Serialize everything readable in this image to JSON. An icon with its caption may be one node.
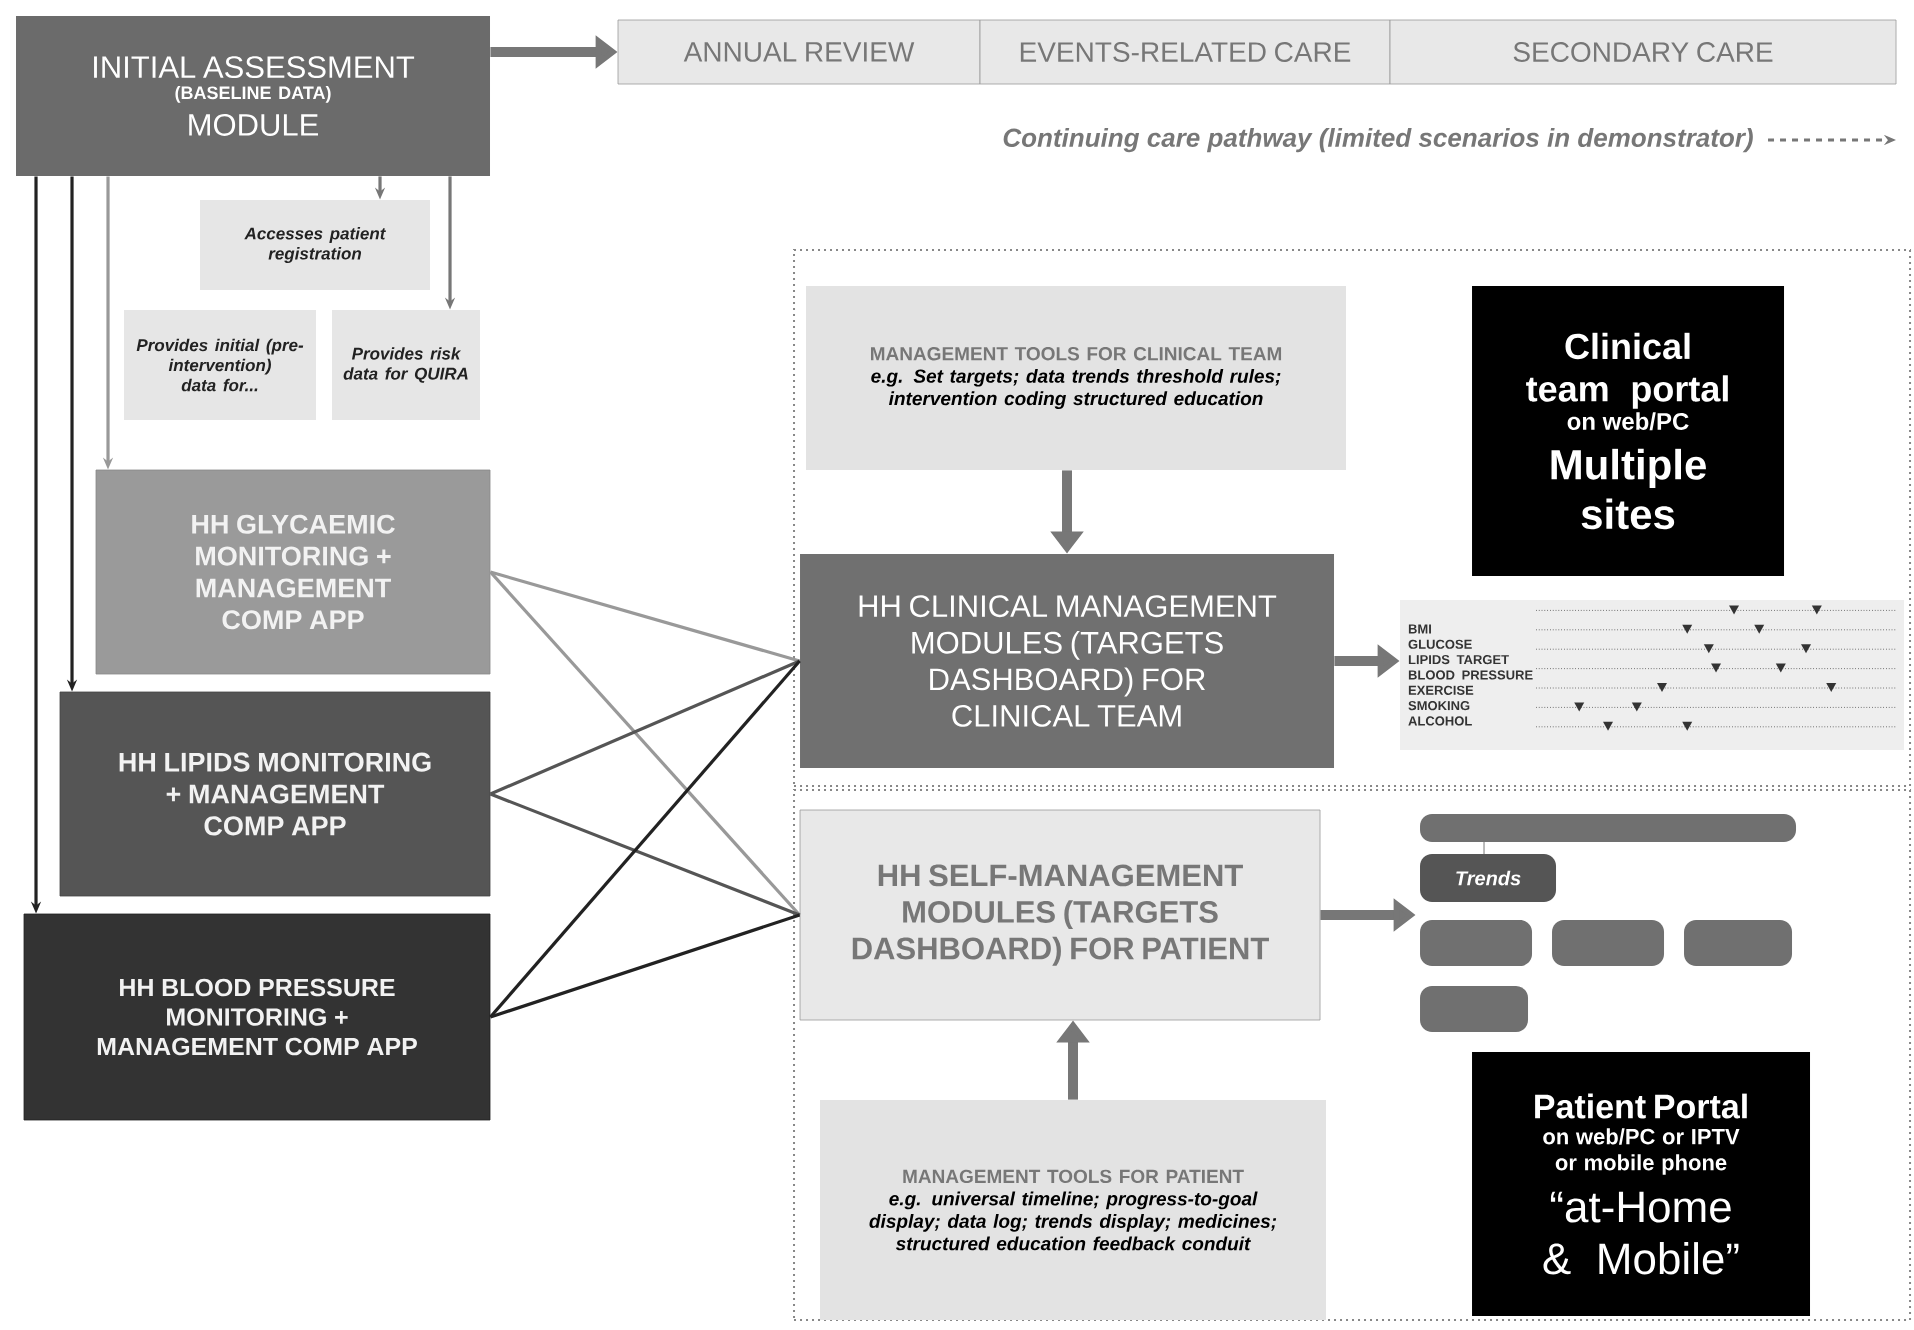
{
  "diagram": {
    "nodes": [
      {
        "text": [
          "INITIAL ASSESSMENT",
          "(BASELINE DATA)",
          "MODULE"
        ]
      },
      {
        "text": [
          "ANNUAL REVIEW"
        ]
      },
      {
        "text": [
          "EVENTS-RELATED CARE"
        ]
      },
      {
        "text": [
          "SECONDARY CARE"
        ]
      },
      {
        "text": [
          "Accesses patient registration"
        ]
      },
      {
        "text": [
          "Provides initial (pre-intervention) data for..."
        ]
      },
      {
        "text": [
          "Provides risk data for QUIRA"
        ]
      },
      {
        "text": [
          "HH GLYCAEMIC MONITORING + MANAGEMENT COMP APP"
        ]
      },
      {
        "text": [
          "HH LIPIDS MONITORING + MANAGEMENT COMP APP"
        ]
      },
      {
        "text": [
          "HH BLOOD PRESSURE MONITORING + MANAGEMENT COMP APP"
        ]
      },
      {
        "text": [],
        "shape": "box"
      },
      {
        "text": [
          "MANAGEMENT TOOLS FOR CLINICAL TEAM",
          "e.g. Set targets; data trends threshold rules; intervention coding structured education"
        ],
        "in": 10
      },
      {
        "text": [
          "Clinical team portal",
          "on web/PC",
          "Multiple sites"
        ],
        "in": 10
      },
      {
        "text": [
          "HH CLINICAL MANAGEMENT MODULES (TARGETS DASHBOARD) FOR CLINICAL TEAM"
        ],
        "in": 10
      },
      {
        "text": [
          "BMI",
          "GLUCOSE",
          "LIPIDS TARGET",
          "BLOOD PRESSURE",
          "EXERCISE",
          "SMOKING",
          "ALCOHOL"
        ],
        "in": 10
      },
      {
        "text": [],
        "shape": "box"
      },
      {
        "text": [
          "HH SELF-MANAGEMENT MODULES (TARGETS DASHBOARD) FOR PATIENT"
        ],
        "in": 15
      },
      {
        "text": [],
        "shape": "picture",
        "in": 15
      },
      {
        "text": [
          "Patient Portal",
          "on web/PC or IPTV or mobile phone",
          "“at-Home & Mobile”"
        ],
        "in": 15
      },
      {
        "text": [
          "MANAGEMENT TOOLS FOR PATIENT",
          "e.g. universal timeline; progress-to-goal display; data log; trends display; medicines; structured education feedback conduit"
        ],
        "in": 15
      }
    ],
    "edges": [
      {
        "from": 0,
        "to": 1,
        "arrow": "to",
        "style": "thick",
        "color": "#777777"
      },
      {
        "from": 0,
        "to": 4,
        "arrow": "to",
        "color": "#777777"
      },
      {
        "from": 0,
        "to": 6,
        "arrow": "to",
        "color": "#777777"
      },
      {
        "from": 0,
        "to": 9,
        "arrow": "to"
      },
      {
        "from": 0,
        "to": 8,
        "arrow": "to"
      },
      {
        "from": 0,
        "to": 7,
        "arrow": "to",
        "color": "#999999"
      },
      {
        "from": 7,
        "to": 13,
        "arrow": "none",
        "color": "#999999"
      },
      {
        "from": 7,
        "to": 16,
        "arrow": "none",
        "color": "#999999"
      },
      {
        "from": 8,
        "to": 13,
        "arrow": "none",
        "color": "#555555"
      },
      {
        "from": 8,
        "to": 16,
        "arrow": "none",
        "color": "#555555"
      },
      {
        "from": 9,
        "to": 13,
        "arrow": "none"
      },
      {
        "from": 9,
        "to": 16,
        "arrow": "none"
      },
      {
        "from": 11,
        "to": 13,
        "arrow": "to",
        "style": "thick",
        "color": "#777777"
      },
      {
        "from": 13,
        "to": 14,
        "arrow": "to",
        "style": "thick",
        "color": "#777777"
      },
      {
        "from": 16,
        "to": 17,
        "arrow": "to",
        "style": "thick",
        "color": "#777777"
      },
      {
        "from": 19,
        "to": 16,
        "arrow": "to",
        "style": "thick",
        "color": "#777777"
      }
    ],
    "labels": [
      "Continuing care pathway (limited scenarios in demonstrator)",
      "Trends"
    ]
  }
}
